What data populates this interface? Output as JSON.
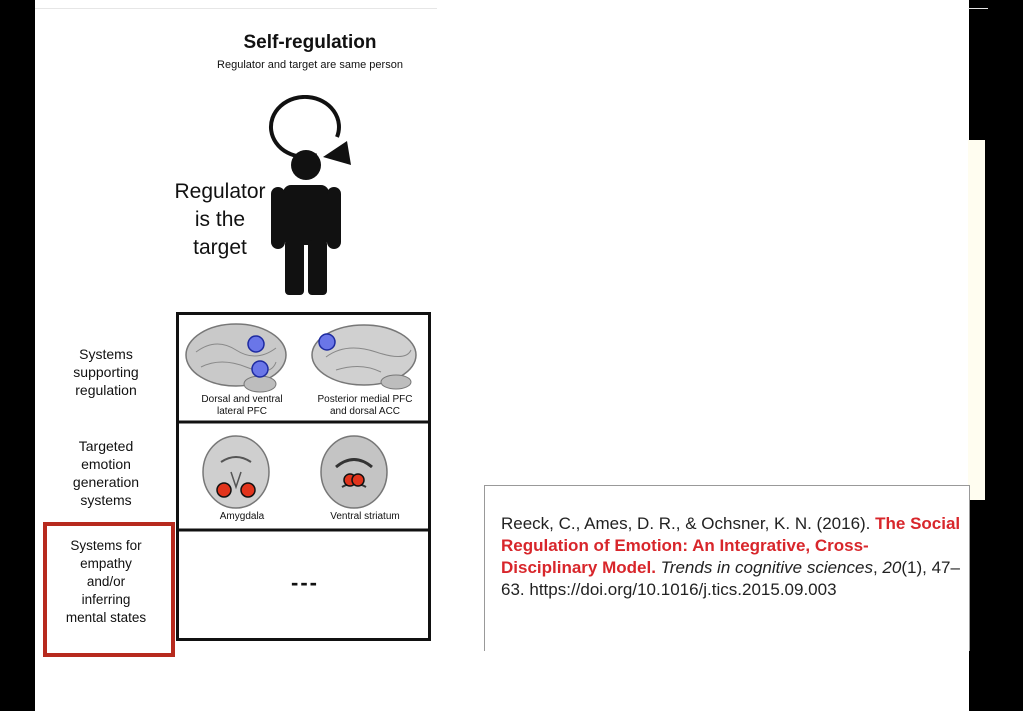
{
  "figure": {
    "title": "Self-regulation",
    "subtitle": "Regulator and target are same person",
    "regulator_line1": "Regulator",
    "regulator_line2": "is the",
    "regulator_line3": "target",
    "rows": [
      {
        "label_lines": [
          "Systems",
          "supporting",
          "regulation"
        ],
        "cells": [
          {
            "lines": [
              "Dorsal and ventral",
              "lateral PFC"
            ]
          },
          {
            "lines": [
              "Posterior medial PFC",
              "and dorsal ACC"
            ]
          }
        ]
      },
      {
        "label_lines": [
          "Targeted",
          "emotion",
          "generation",
          "systems"
        ],
        "cells": [
          {
            "lines": [
              "Amygdala"
            ]
          },
          {
            "lines": [
              "Ventral striatum"
            ]
          }
        ]
      },
      {
        "label_lines": [
          "Systems for",
          "empathy",
          "and/or",
          "inferring",
          "mental states"
        ],
        "value": "---"
      }
    ],
    "colors": {
      "regulation_region": "#6a76e8",
      "emotion_region": "#e2341c",
      "highlight": "#b72a1e"
    }
  },
  "citation": {
    "authors": "Reeck, C., Ames, D. R., & Ochsner, K. N. (2016). ",
    "title": "The Social Regulation of Emotion: An Integrative, Cross-Disciplinary Model.",
    "journal": "Trends in cognitive sciences",
    "volume": "20",
    "issue_pages": "(1), 47–63.",
    "doi": "https://doi.org/10.1016/j.tics.2015.09.003",
    "title_color": "#d8262b"
  }
}
